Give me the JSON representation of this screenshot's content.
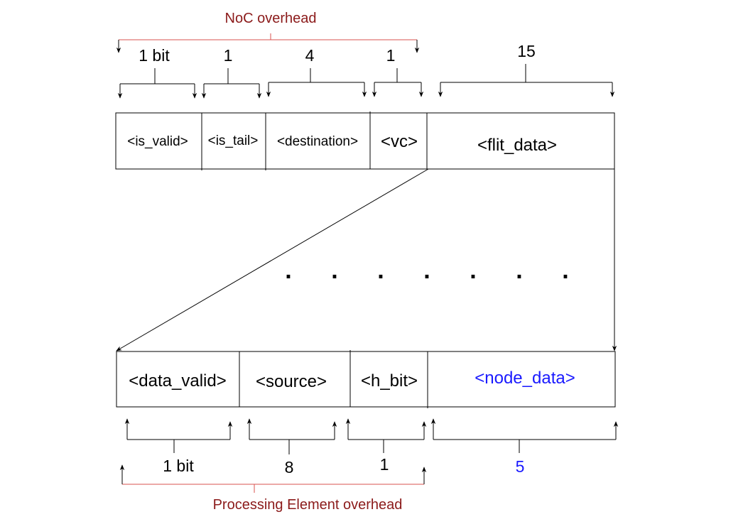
{
  "noc_overhead_label": "NoC overhead",
  "pe_overhead_label": "Processing Element overhead",
  "flit_fields": [
    {
      "name": "<is_valid>",
      "width": "1 bit"
    },
    {
      "name": "<is_tail>",
      "width": "1"
    },
    {
      "name": "<destination>",
      "width": "4"
    },
    {
      "name": "<vc>",
      "width": "1"
    },
    {
      "name": "<flit_data>",
      "width": "15"
    }
  ],
  "data_fields": [
    {
      "name": "<data_valid>",
      "width": "1 bit"
    },
    {
      "name": "<source>",
      "width": "8"
    },
    {
      "name": "<h_bit>",
      "width": "1"
    },
    {
      "name": "<node_data>",
      "width": "5"
    }
  ],
  "ellipsis": [
    ".",
    ".",
    ".",
    ".",
    ".",
    ".",
    "."
  ],
  "colors": {
    "overhead": "#8b1a1a",
    "bracket_red": "#d9534f",
    "highlight": "#1a1aff",
    "ink": "#000000"
  }
}
